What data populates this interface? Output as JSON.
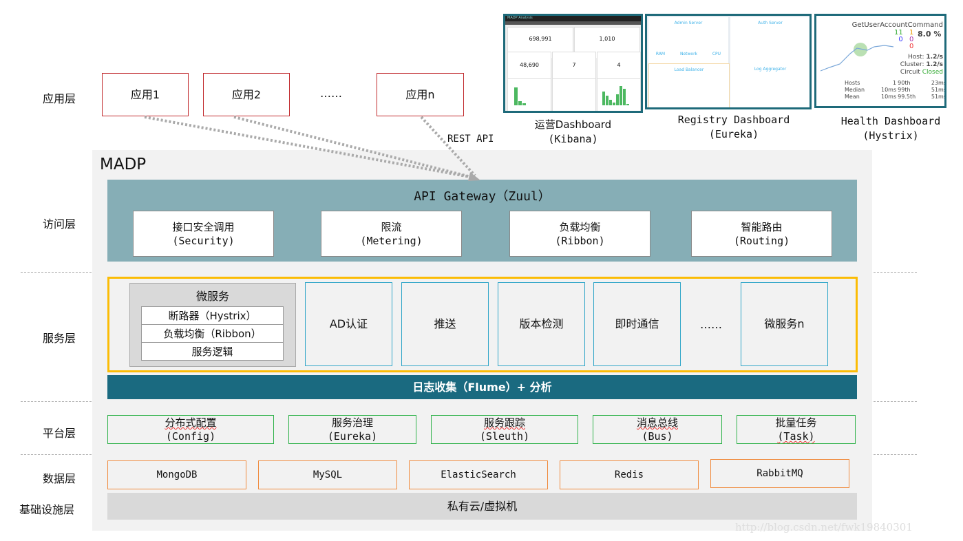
{
  "layers": {
    "app": "应用层",
    "access": "访问层",
    "service": "服务层",
    "platform": "平台层",
    "data": "数据层",
    "infra": "基础设施层"
  },
  "apps": [
    "应用1",
    "应用2",
    "……",
    "应用n"
  ],
  "rest_api": "REST API",
  "madp": "MADP",
  "gateway": {
    "title": "API Gateway（Zuul）",
    "items": [
      {
        "cn": "接口安全调用",
        "en": "(Security)"
      },
      {
        "cn": "限流",
        "en": "(Metering)"
      },
      {
        "cn": "负载均衡",
        "en": "(Ribbon)"
      },
      {
        "cn": "智能路由",
        "en": "(Routing)"
      }
    ]
  },
  "microservice": {
    "title": "微服务",
    "rows": [
      "断路器（Hystrix）",
      "负载均衡（Ribbon）",
      "服务逻辑"
    ]
  },
  "services": [
    "AD认证",
    "推送",
    "版本检测",
    "即时通信",
    "……",
    "微服务n"
  ],
  "log_bar": "日志收集（Flume）+ 分析",
  "platform": [
    {
      "cn": "分布式配置",
      "en": "(Config)"
    },
    {
      "cn": "服务治理",
      "en": "(Eureka)"
    },
    {
      "cn": "服务跟踪",
      "en": "(Sleuth)"
    },
    {
      "cn": "消息总线",
      "en": "(Bus)"
    },
    {
      "cn": "批量任务",
      "en": "(Task)"
    }
  ],
  "data": [
    "MongoDB",
    "MySQL",
    "ElasticSearch",
    "Redis",
    "RabbitMQ"
  ],
  "infra": "私有云/虚拟机",
  "dashboards": {
    "kibana": {
      "caption1": "运营Dashboard",
      "caption2": "(Kibana)",
      "app_title": "MADP Analysis",
      "numbers": [
        "698,991",
        "1,010",
        "48,690",
        "7",
        "4"
      ]
    },
    "eureka": {
      "caption1": "Registry Dashboard",
      "caption2": "(Eureka)",
      "panels": [
        "Admin Server",
        "Auth Server",
        "Load Balancer",
        "Log Aggregator"
      ],
      "metrics": [
        "RAM",
        "Network",
        "CPU"
      ]
    },
    "hystrix": {
      "caption1": "Health Dashboard",
      "caption2": "(Hystrix)",
      "command": "GetUserAccountCommand",
      "success": "11",
      "short": "0",
      "timeout": "1",
      "rejected": "0",
      "failure": "0",
      "error_pct": "8.0 %",
      "host_label": "Host:",
      "host": "1.2/s",
      "cluster_label": "Cluster:",
      "cluster": "1.2/s",
      "circuit_label": "Circuit",
      "circuit": "Closed",
      "stats": [
        [
          "Hosts",
          "1",
          "90th",
          "23ms"
        ],
        [
          "Median",
          "10ms",
          "99th",
          "51ms"
        ],
        [
          "Mean",
          "10ms",
          "99.5th",
          "51ms"
        ]
      ]
    }
  },
  "watermark": "http://blog.csdn.net/fwk19840301",
  "colors": {
    "gateway": "#86aeb6",
    "log_bar": "#1a6a80",
    "service_border": "#fbbc05",
    "data_border": "#f08a3c",
    "platform_border": "#2fb24a"
  }
}
